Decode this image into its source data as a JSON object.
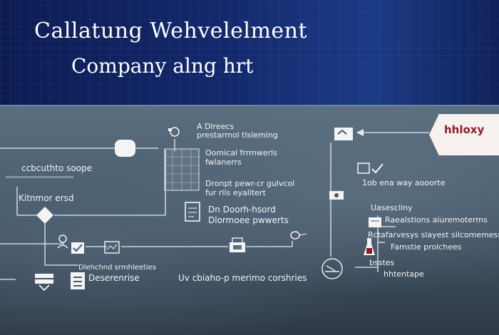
{
  "header": {
    "title_line1": "Callatung Wehvelelment",
    "title_line2": "Company alng hrt"
  },
  "tag": {
    "label": "hhloxy"
  },
  "left": {
    "scope_label": "ccbcuthto soope",
    "ersd_label": "Kitnmor ersd"
  },
  "center": {
    "director": {
      "line1": "A Dlreecs",
      "line2": "prestarmol tlsleming"
    },
    "domical": {
      "line1": "Oomical frrmwerls",
      "line2": "fwlanerrs"
    },
    "dronpt": {
      "line1": "Dronpt pewr-cr gulvcol",
      "line2": "fur rlls eyalltert"
    },
    "board": {
      "line1": "Dn Doorh-hsord",
      "line2": "Dlormoee pwwerts"
    },
    "bottom_left": "Dlehchnd srmhleeties",
    "descr": "Deserenrise",
    "bottom_center": "Uv cbiaho-p merimo corshries"
  },
  "right": {
    "way_label": "1ob ena way aooorte",
    "group_header": "Uasescliny",
    "list": [
      "Raealstions aiuremoterms",
      "Rctafarvesys slayest silcomemess",
      "Famstie prolchees",
      "bsstes",
      "hhtentape"
    ]
  }
}
